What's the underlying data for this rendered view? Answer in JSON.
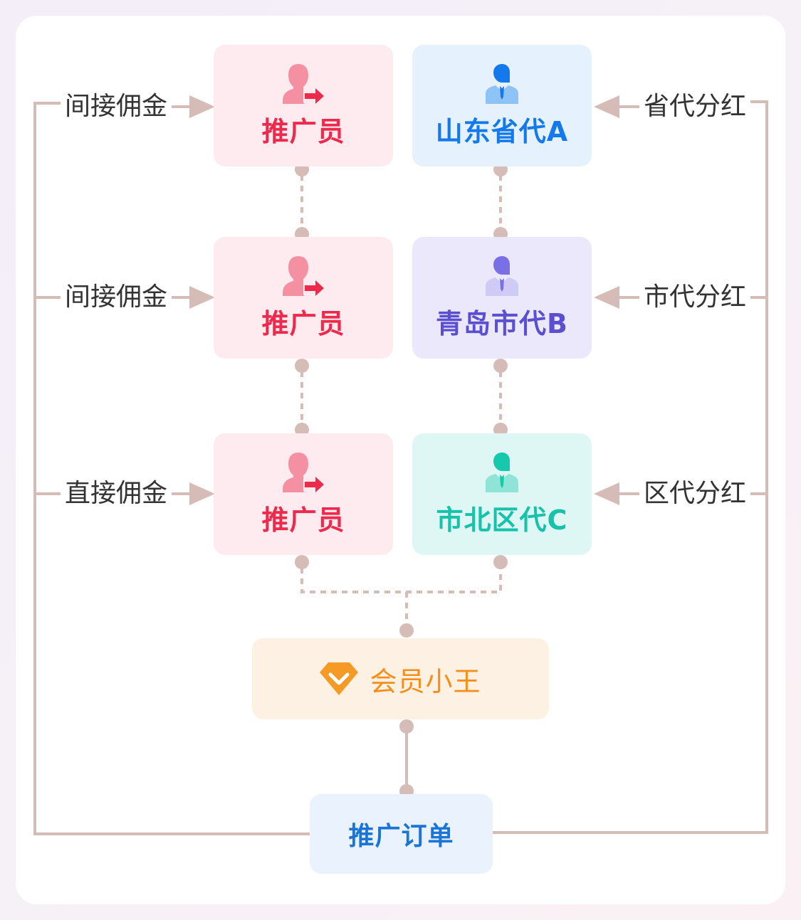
{
  "promoters": [
    {
      "label": "推广员",
      "icon": "user-arrow-icon",
      "side_label": "间接佣金"
    },
    {
      "label": "推广员",
      "icon": "user-arrow-icon",
      "side_label": "间接佣金"
    },
    {
      "label": "推广员",
      "icon": "user-arrow-icon",
      "side_label": "直接佣金"
    }
  ],
  "agents": [
    {
      "label": "山东省代A",
      "icon": "agent-suit-icon",
      "side_label": "省代分红",
      "color": "#1479ea",
      "head": "#1479ea",
      "body": "#8ec3f5"
    },
    {
      "label": "青岛市代B",
      "icon": "agent-suit-icon",
      "side_label": "市代分红",
      "color": "#5b4fd1",
      "head": "#7a70e6",
      "body": "#cfcaf6"
    },
    {
      "label": "市北区代C",
      "icon": "agent-suit-icon",
      "side_label": "区代分红",
      "color": "#17c2aa",
      "head": "#16c9ad",
      "body": "#8ee4d6"
    }
  ],
  "member": {
    "label": "会员小王",
    "icon": "diamond-badge-icon",
    "color": "#f58f1c"
  },
  "order": {
    "label": "推广订单",
    "color": "#1b75d8"
  },
  "colors": {
    "connector": "#d6bcb7",
    "promoter_bg": "#fdebef",
    "promoter_text": "#ee2a4c",
    "promoter_icon": "#f590a2",
    "promoter_arrow": "#ee2a4c"
  }
}
